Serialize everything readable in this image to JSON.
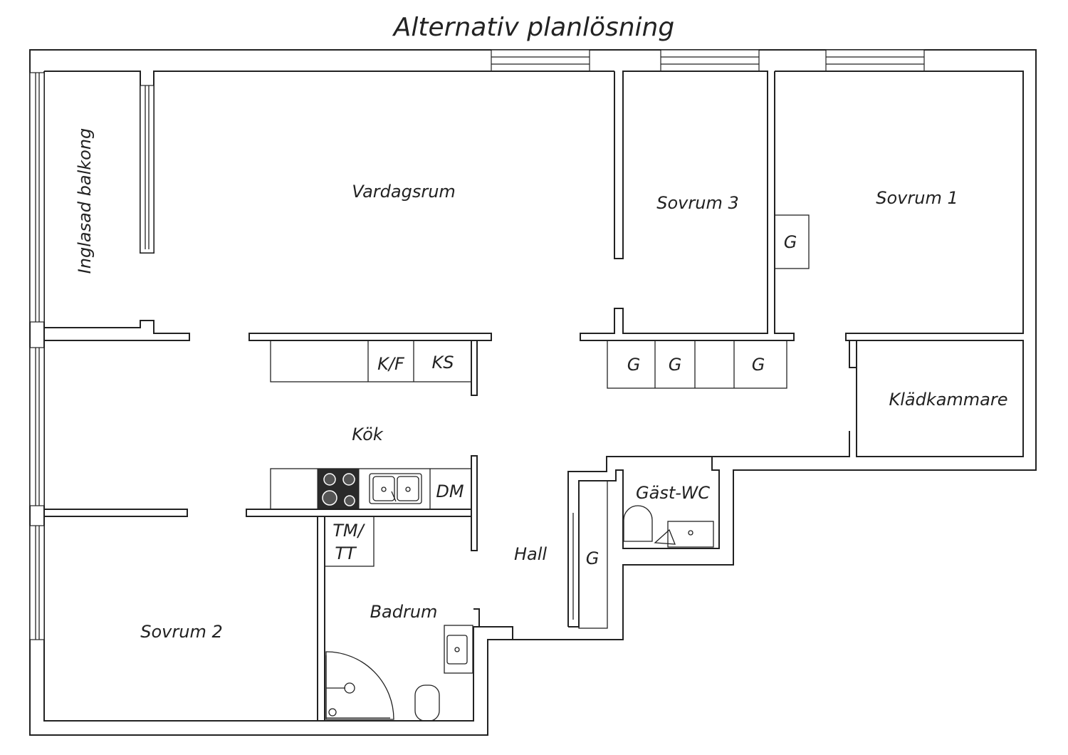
{
  "title": "Alternativ planlösning",
  "rooms": {
    "balcony": "Inglasad balkong",
    "living": "Vardagsrum",
    "bedroom3": "Sovrum 3",
    "bedroom1": "Sovrum 1",
    "walkin": "Klädkammare",
    "kitchen": "Kök",
    "guest_wc": "Gäst-WC",
    "hall": "Hall",
    "bathroom": "Badrum",
    "bedroom2": "Sovrum 2"
  },
  "fixtures": {
    "fridge_freezer": "K/F",
    "pantry": "KS",
    "dishwasher": "DM",
    "washer_dryer_1": "TM/",
    "washer_dryer_2": "TT",
    "wardrobe": "G"
  }
}
